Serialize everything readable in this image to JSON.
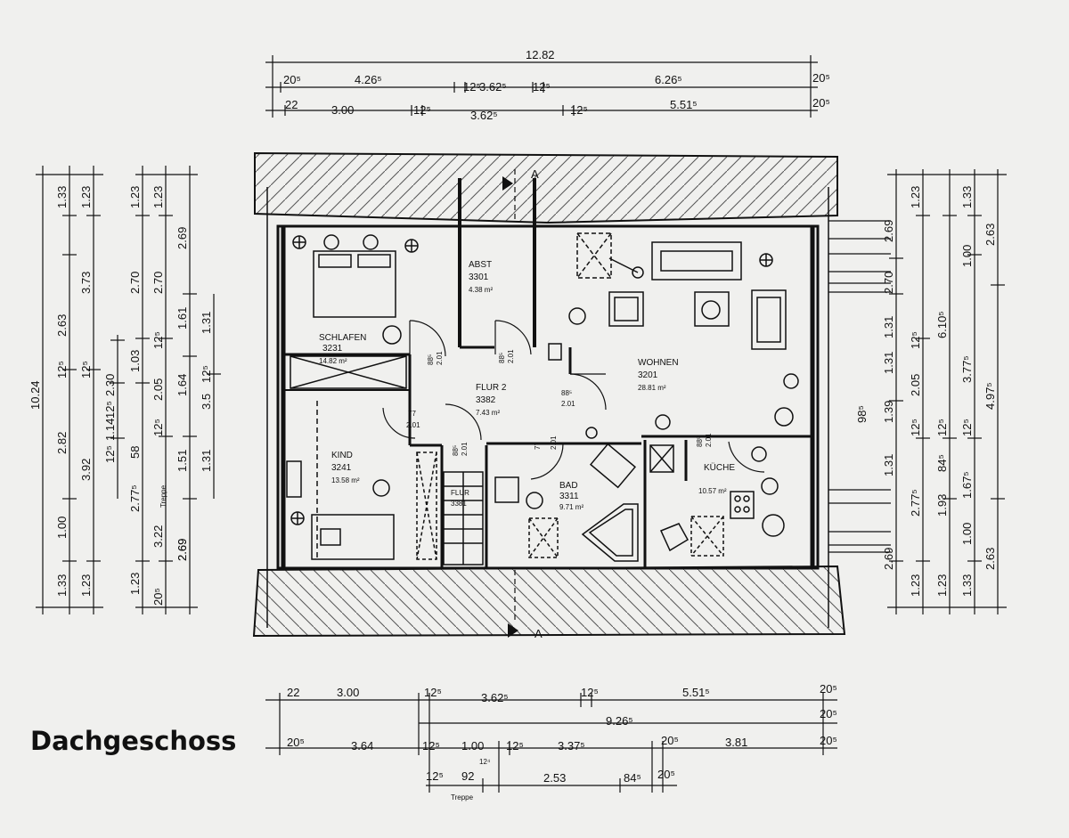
{
  "title": "Dachgeschoss",
  "rooms": {
    "schlafen": {
      "name": "SCHLAFEN",
      "number": "3231",
      "area": "14.82 m²"
    },
    "abst": {
      "name": "ABST",
      "number": "3301",
      "area": "4.38 m²"
    },
    "flur2": {
      "name": "FLUR 2",
      "number": "3382",
      "area": "7.43 m²"
    },
    "wohnen": {
      "name": "WOHNEN",
      "number": "3201",
      "area": "28.81 m²"
    },
    "kind": {
      "name": "KIND",
      "number": "3241",
      "area": "13.58 m²"
    },
    "bad": {
      "name": "BAD",
      "number": "3311",
      "area": "9.71 m²"
    },
    "kueche": {
      "name": "KÜCHE",
      "number": "",
      "area": "10.57 m²"
    },
    "flur": {
      "name": "FLUR",
      "number": "3381"
    }
  },
  "door_labels": {
    "d1": "88⁵",
    "d1b": "2.01",
    "d2": "88⁵",
    "d2b": "2.01",
    "d3": "88⁵",
    "d3b": "2.01",
    "d4": "77",
    "d4b": "2.01",
    "d5": "88⁵",
    "d5b": "2.01",
    "d6": "77",
    "d6b": "2.01",
    "d7": "88⁵",
    "d7b": "2.01"
  },
  "section_marker": "A",
  "stair_label": "Treppe",
  "dims_top": {
    "row1": [
      "12.82"
    ],
    "row2": [
      "20⁵",
      "4.26⁵",
      "12⁵",
      "3.62⁵",
      "12⁵",
      "6.26⁵",
      "20⁵"
    ],
    "row3": [
      "22",
      "3.00",
      "12⁵",
      "3.62⁵",
      "12⁵",
      "5.51⁵",
      "20⁵"
    ]
  },
  "dims_bottom": {
    "row1": [
      "22",
      "3.00",
      "12⁵",
      "3.62⁵",
      "12⁵",
      "5.51⁵",
      "20⁵"
    ],
    "row2": [
      "9.26⁵",
      "20⁵"
    ],
    "row3": [
      "20⁵",
      "3.64",
      "12⁵",
      "1.00",
      "12⁵",
      "3.37⁵",
      "20⁵",
      "3.81",
      "20⁵"
    ],
    "row4": [
      "12⁵",
      "92",
      "2.53",
      "84⁵",
      "20⁵",
      "12⁴"
    ]
  },
  "dims_left": {
    "col1": [
      "10.24"
    ],
    "col2": [
      "1.33",
      "2.63",
      "12⁵",
      "2.82",
      "1.00",
      "1.33"
    ],
    "col3": [
      "1.23",
      "3.73",
      "12⁵",
      "3.92",
      "1.23"
    ],
    "col4": [
      "2.30",
      "12⁵",
      "1.14",
      "12⁵",
      "2.77⁵"
    ],
    "col5": [
      "1.23",
      "2.70",
      "1.03",
      "58",
      "3.22",
      "1.23",
      "20⁵"
    ],
    "col6": [
      "1.23",
      "2.70",
      "12⁵",
      "2.05",
      "12⁵",
      "Treppe",
      "2.69"
    ],
    "col7": [
      "2.69",
      "1.61",
      "1.64",
      "1.51",
      "2.69"
    ],
    "col8": [
      "1.31",
      "3.5",
      "12⁵",
      "1.31"
    ]
  },
  "dims_right": {
    "col1": [
      "2.69",
      "2.70",
      "1.31",
      "1.31",
      "1.31",
      "2.77⁵",
      "2.69"
    ],
    "col2": [
      "1.23",
      "12⁵",
      "2.05",
      "1.39",
      "12⁵",
      "98⁵",
      "1.93",
      "1.23"
    ],
    "col3": [
      "12⁵",
      "84⁵",
      "1.00",
      "1.23"
    ],
    "col4": [
      "1.33",
      "1.00",
      "6.10⁵",
      "3.77⁵",
      "12⁵",
      "1.67⁵",
      "1.33"
    ],
    "col5": [
      "2.63",
      "4.97⁵",
      "2.63"
    ]
  }
}
